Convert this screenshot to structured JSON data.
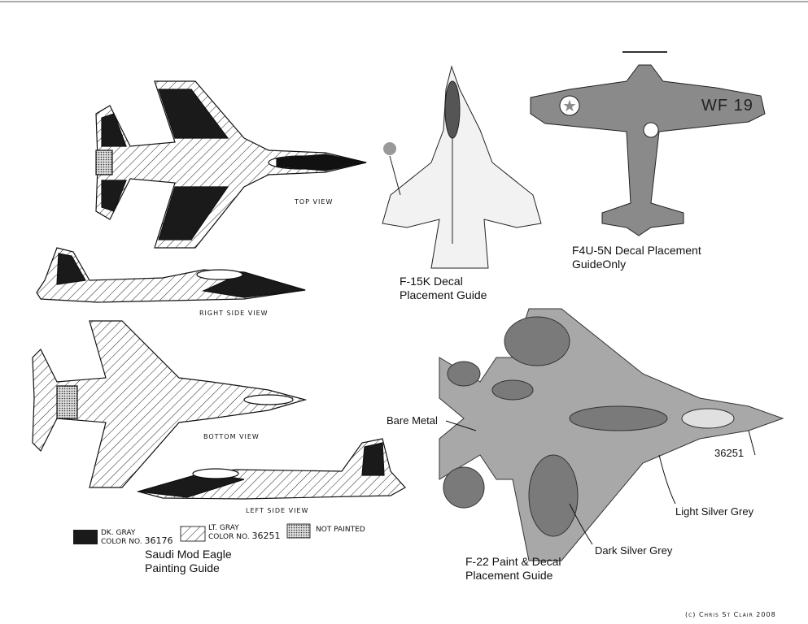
{
  "saudi_eagle": {
    "views": {
      "top": "TOP VIEW",
      "right_side": "RIGHT SIDE VIEW",
      "bottom": "BOTTOM VIEW",
      "left_side": "LEFT SIDE VIEW"
    },
    "legend": [
      {
        "line1": "DK. GRAY",
        "line2": "COLOR NO.",
        "number": "36176",
        "pattern": "solid-dark"
      },
      {
        "line1": "LT. GRAY",
        "line2": "COLOR NO.",
        "number": "36251",
        "pattern": "hatched"
      },
      {
        "line1": "NOT PAINTED",
        "pattern": "dotted"
      }
    ],
    "title_line1": "Saudi Mod Eagle",
    "title_line2": "Painting Guide"
  },
  "f15k": {
    "title_line1": "F-15K Decal",
    "title_line2": "Placement Guide"
  },
  "f4u": {
    "marking": "WF 19",
    "title_line1": "F4U-5N Decal Placement",
    "title_line2": "GuideOnly"
  },
  "f22": {
    "callouts": {
      "bare_metal": "Bare Metal",
      "color_number": "36251",
      "light": "Light Silver Grey",
      "dark": "Dark Silver Grey"
    },
    "title_line1": "F-22 Paint & Decal",
    "title_line2": "Placement Guide"
  },
  "copyright": "(c) Chris St Clair 2008",
  "colors": {
    "dark_gray": "#1a1a1a",
    "light_silver": "#a8a8a8",
    "dark_silver": "#7a7a7a",
    "f4u_gray": "#8a8a8a"
  }
}
